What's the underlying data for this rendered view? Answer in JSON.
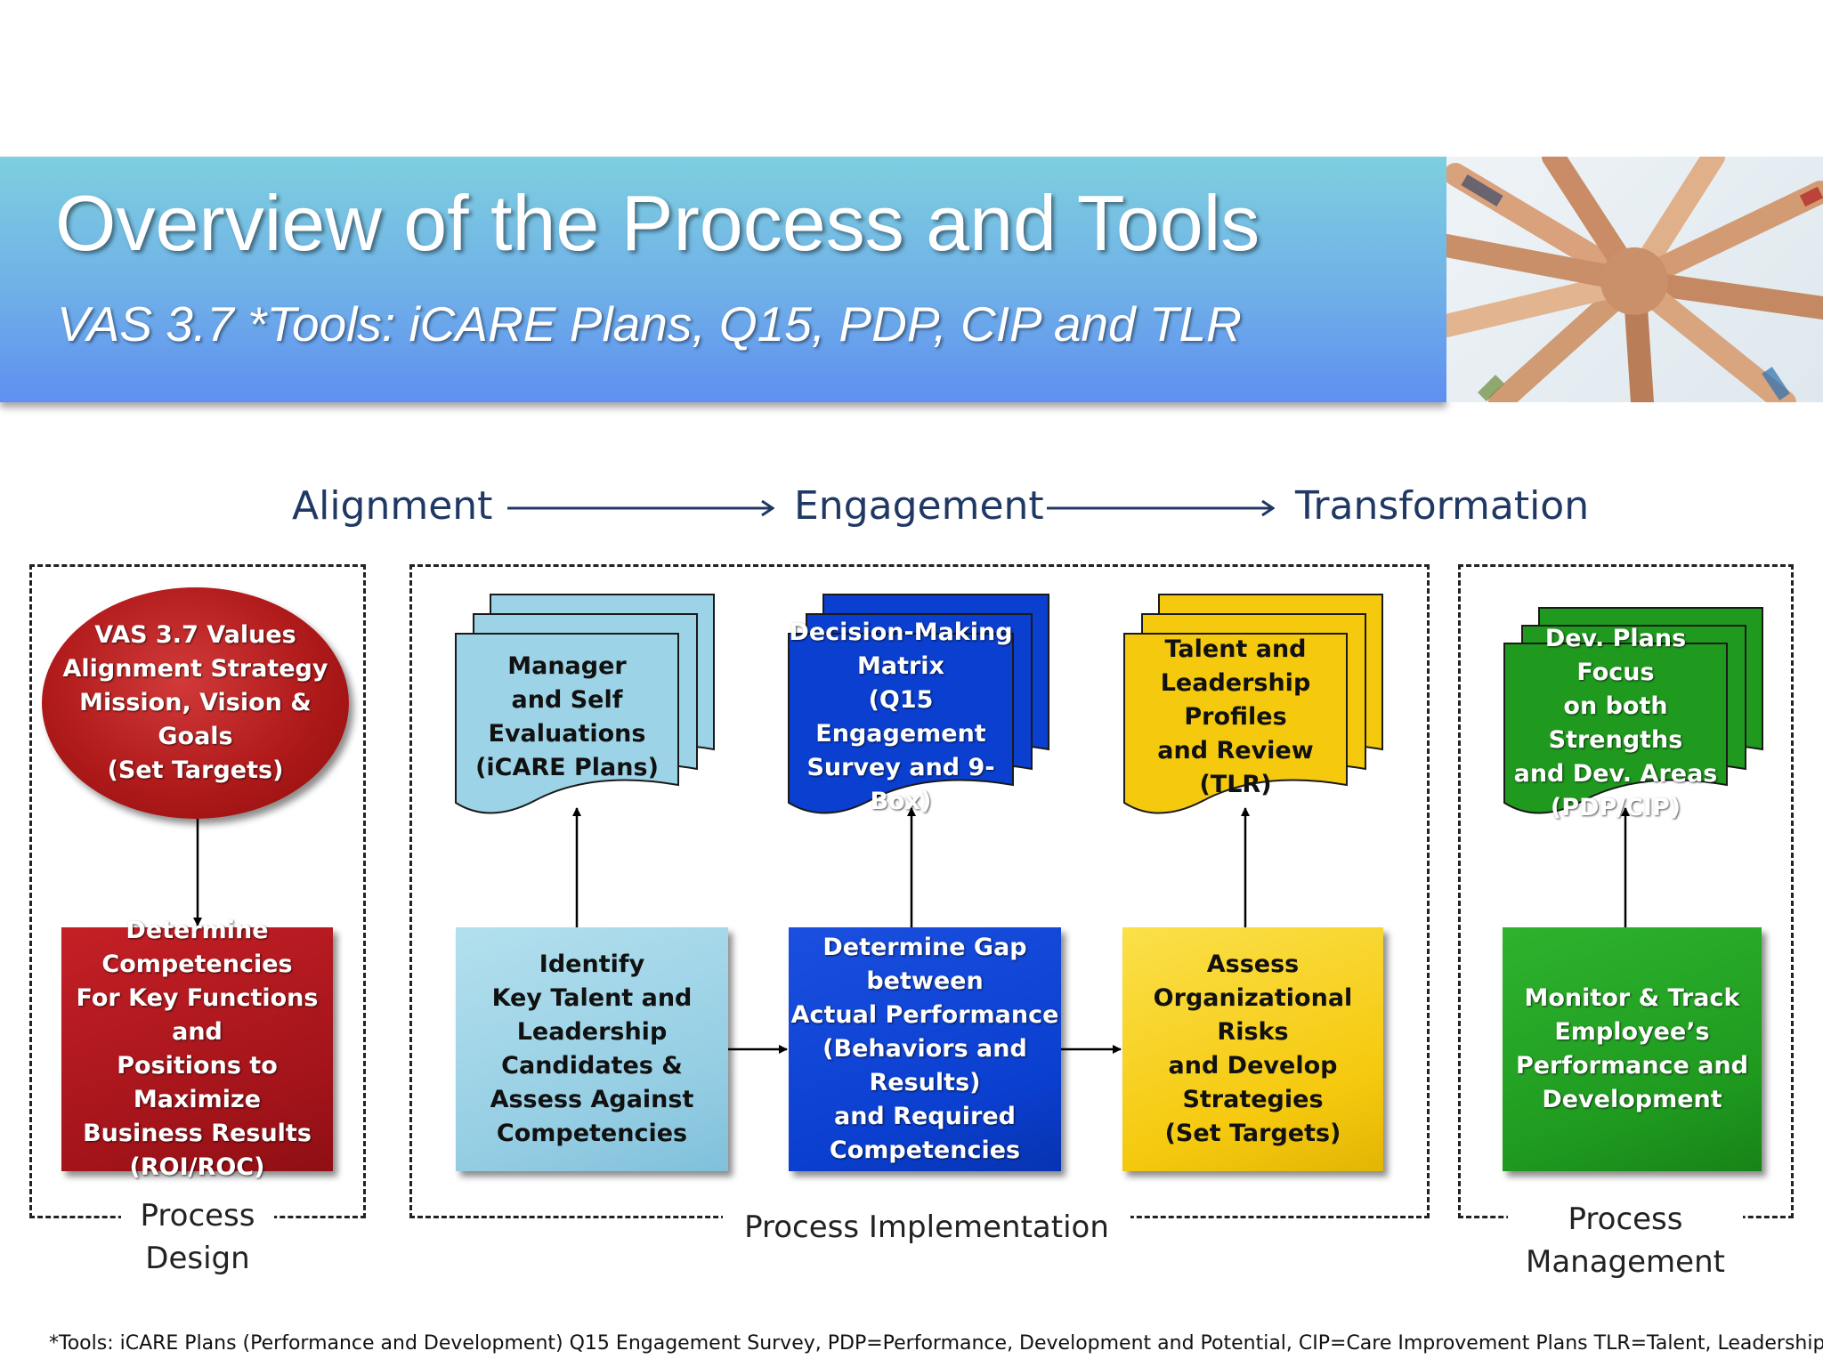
{
  "header": {
    "title": "Overview of the Process and Tools",
    "subtitle": "VAS 3.7 *Tools: iCARE Plans, Q15, PDP, CIP and TLR"
  },
  "phases": [
    "Alignment",
    "Engagement",
    "Transformation"
  ],
  "sections": {
    "design": "Process\nDesign",
    "implementation": "Process Implementation",
    "management": "Process\nManagement"
  },
  "design": {
    "oval": "VAS 3.7 Values\nAlignment Strategy\nMission, Vision & Goals\n(Set Targets)",
    "box": "Determine\nCompetencies\nFor Key Functions and\nPositions to Maximize\nBusiness Results\n(ROI/ROC)"
  },
  "documents": [
    "Manager\nand Self\nEvaluations\n(iCARE Plans)",
    "Decision-Making\nMatrix\n(Q15 Engagement\nSurvey and 9-Box)",
    "Talent and\nLeadership Profiles\nand Review\n(TLR)",
    "Dev. Plans Focus\non both Strengths\nand Dev. Areas\n(PDP/CIP)"
  ],
  "boxes": [
    "Identify\nKey Talent and\nLeadership\nCandidates &\nAssess Against\nCompetencies",
    "Determine Gap\nbetween\nActual Performance\n(Behaviors and Results)\nand Required\nCompetencies",
    "Assess\nOrganizational\nRisks\nand Develop\nStrategies\n(Set Targets)",
    "Monitor & Track\nEmployee’s\nPerformance and\nDevelopment"
  ],
  "footnote": "*Tools: iCARE Plans (Performance and Development) Q15 Engagement Survey, PDP=Performance, Development and Potential, CIP=Care Improvement Plans TLR=Talent, Leadership Review",
  "colors": {
    "red": "#b5171b",
    "light_blue": "#9dd3e6",
    "blue": "#0a3fd0",
    "yellow": "#f5c90e",
    "green": "#1f9a1f",
    "phase_text": "#1f3864"
  }
}
